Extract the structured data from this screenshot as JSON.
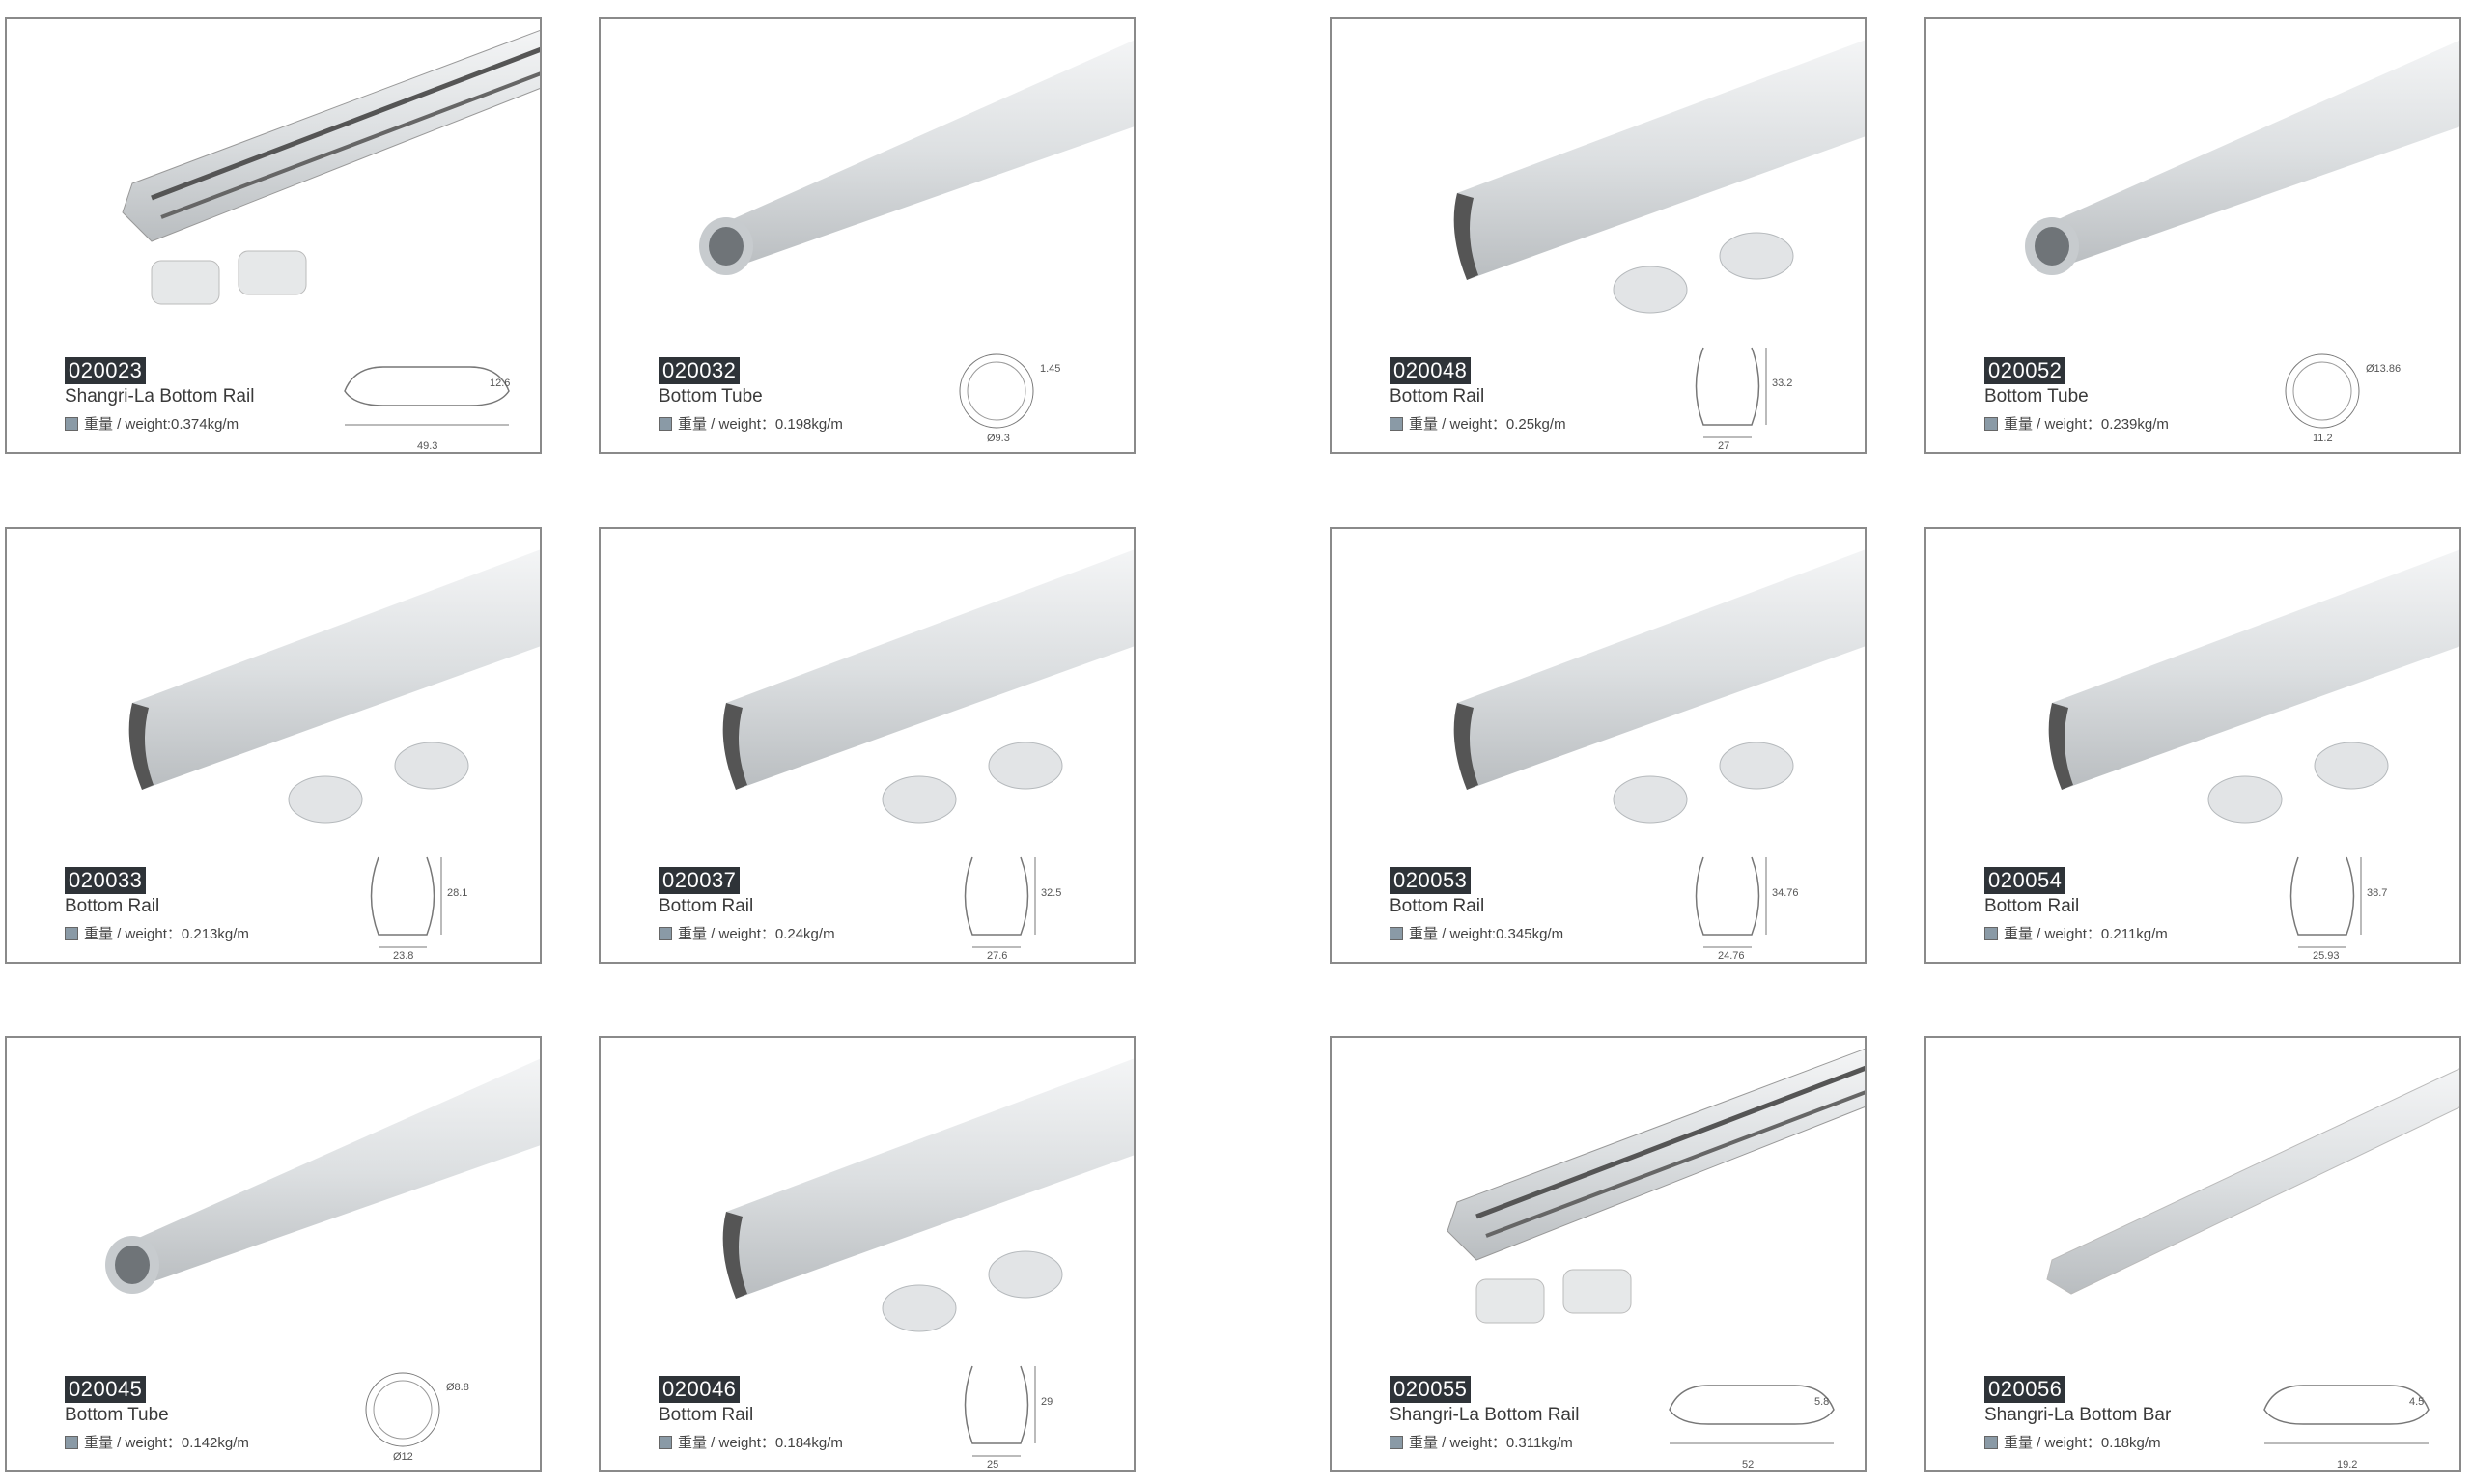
{
  "weight_prefix": "重量 / weight",
  "products": [
    {
      "code": "020023",
      "name": "Shangri-La Bottom Rail",
      "weight": "重量 / weight:0.374kg/m",
      "dims": [
        "49.3",
        "12.6"
      ],
      "shape": "flat-rail"
    },
    {
      "code": "020032",
      "name": "Bottom Tube",
      "weight": "重量 / weight：0.198kg/m",
      "dims": [
        "Ø9.3",
        "1.45"
      ],
      "shape": "tube"
    },
    {
      "code": "020048",
      "name": "Bottom Rail",
      "weight": "重量 / weight：0.25kg/m",
      "dims": [
        "27",
        "33.2"
      ],
      "shape": "u-rail"
    },
    {
      "code": "020052",
      "name": "Bottom Tube",
      "weight": "重量 / weight：0.239kg/m",
      "dims": [
        "11.2",
        "Ø13.86"
      ],
      "shape": "tube"
    },
    {
      "code": "020033",
      "name": "Bottom Rail",
      "weight": "重量 / weight：0.213kg/m",
      "dims": [
        "23.8",
        "28.1"
      ],
      "shape": "u-rail"
    },
    {
      "code": "020037",
      "name": "Bottom Rail",
      "weight": "重量 / weight：0.24kg/m",
      "dims": [
        "27.6",
        "32.5"
      ],
      "shape": "u-rail"
    },
    {
      "code": "020053",
      "name": "Bottom Rail",
      "weight": "重量 / weight:0.345kg/m",
      "dims": [
        "24.76",
        "34.76"
      ],
      "shape": "u-rail"
    },
    {
      "code": "020054",
      "name": "Bottom Rail",
      "weight": "重量 / weight：0.211kg/m",
      "dims": [
        "25.93",
        "38.7"
      ],
      "shape": "u-rail"
    },
    {
      "code": "020045",
      "name": "Bottom Tube",
      "weight": "重量 / weight：0.142kg/m",
      "dims": [
        "Ø12",
        "Ø8.8"
      ],
      "shape": "tube"
    },
    {
      "code": "020046",
      "name": "Bottom Rail",
      "weight": "重量 / weight：0.184kg/m",
      "dims": [
        "25",
        "29"
      ],
      "shape": "u-rail"
    },
    {
      "code": "020055",
      "name": "Shangri-La Bottom Rail",
      "weight": "重量 / weight：0.311kg/m",
      "dims": [
        "52",
        "5.8"
      ],
      "shape": "flat-rail"
    },
    {
      "code": "020056",
      "name": "Shangri-La Bottom Bar",
      "weight": "重量 / weight：0.18kg/m",
      "dims": [
        "19.2",
        "4.5"
      ],
      "shape": "flat-bar"
    }
  ],
  "colors": {
    "border": "#8a8a8a",
    "code_bg": "#2e3338",
    "profile": "#d9dcde"
  }
}
